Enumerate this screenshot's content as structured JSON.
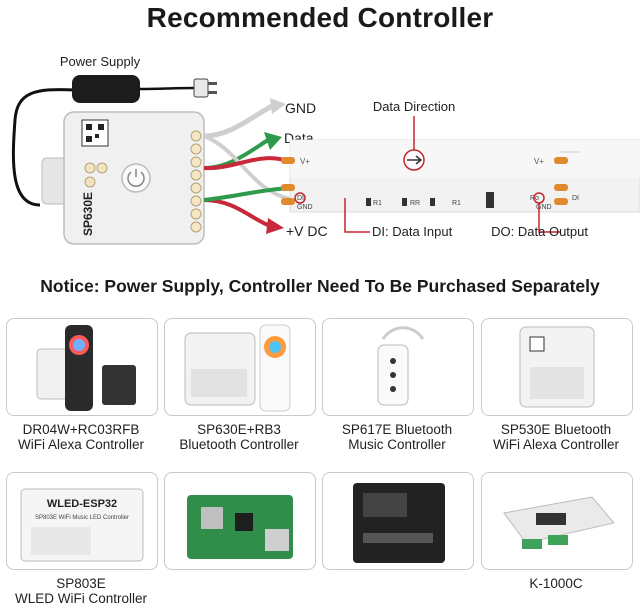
{
  "title": "Recommended Controller",
  "diagram": {
    "power_supply_label": "Power Supply",
    "wire_gnd": "GND",
    "wire_data": "Data",
    "wire_vdc": "+V DC",
    "data_direction": "Data Direction",
    "di_label": "DI: Data Input",
    "do_label": "DO: Data Output",
    "controller_model": "SP630E",
    "strip_pad_vplus": "V+",
    "strip_pad_di": "DI",
    "strip_pad_do": "DO",
    "strip_pad_gnd": "GND",
    "strip_r1": "R1",
    "strip_rr": "RR",
    "strip_ro": "Ro",
    "colors": {
      "gnd": "#c8c8c8",
      "data": "#2e9a4c",
      "vdc": "#c8283a",
      "annotation": "#c0282d"
    }
  },
  "notice": "Notice: Power Supply, Controller Need To Be Purchased Separately",
  "products": [
    {
      "line1": "DR04W+RC03RFB",
      "line2": "WiFi Alexa Controller"
    },
    {
      "line1": "SP630E+RB3",
      "line2": "Bluetooth Controller"
    },
    {
      "line1": "SP617E Bluetooth",
      "line2": "Music Controller"
    },
    {
      "line1": "SP530E Bluetooth",
      "line2": "WiFi Alexa Controller"
    },
    {
      "line1": "SP803E",
      "line2": "WLED WiFi Controller",
      "device_text": "WLED-ESP32",
      "device_sub": "SP803E WiFi Music LED Controller"
    },
    {
      "line1": "",
      "line2": ""
    },
    {
      "line1": "",
      "line2": ""
    },
    {
      "line1": "K-1000C",
      "line2": ""
    }
  ]
}
